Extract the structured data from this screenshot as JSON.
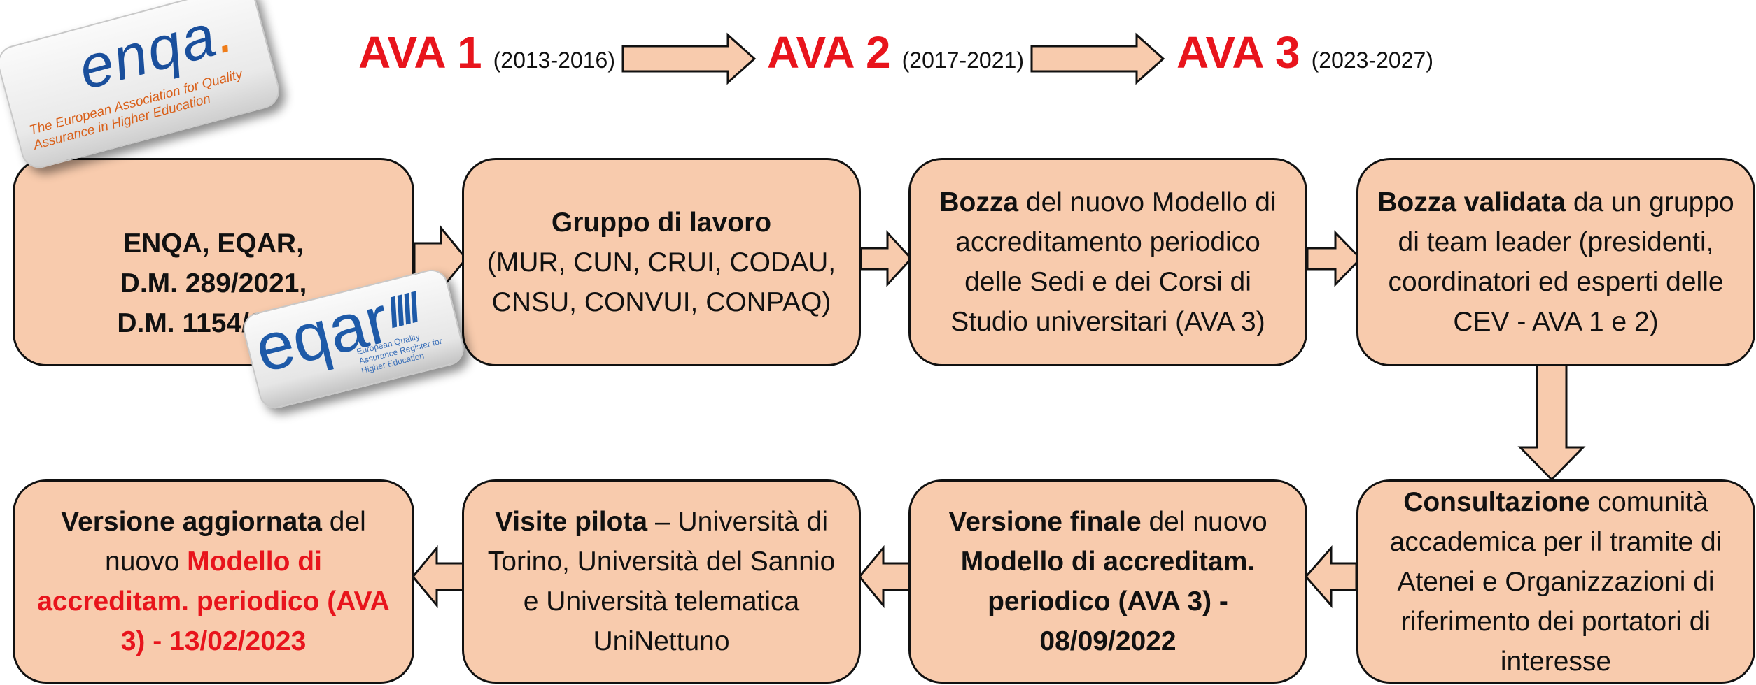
{
  "timeline": [
    {
      "name": "AVA 1",
      "years": "(2013-2016)"
    },
    {
      "name": "AVA 2",
      "years": "(2017-2021)"
    },
    {
      "name": "AVA 3",
      "years": "(2023-2027)"
    }
  ],
  "logos": {
    "enqa": {
      "wordmark": "enqa",
      "dot": ".",
      "tagline": "The European Association for Quality Assurance in Higher Education"
    },
    "eqar": {
      "wordmark": "eqar",
      "slashes": "////",
      "tagline": "European Quality Assurance Register for Higher Education"
    }
  },
  "steps": {
    "s1": {
      "line1": "ENQA, EQAR,",
      "line2": "D.M. 289/2021,",
      "line3": "D.M. 1154/2021"
    },
    "s2": {
      "bold": "Gruppo di lavoro",
      "rest": "(MUR, CUN, CRUI, CODAU, CNSU, CONVUI, CONPAQ)"
    },
    "s3": {
      "bold": "Bozza",
      "rest": " del nuovo Modello di accreditamento periodico delle Sedi e dei Corsi di Studio universitari (AVA 3)"
    },
    "s4": {
      "bold": "Bozza validata",
      "rest": " da un gruppo di team leader (presidenti, coordinatori ed esperti delle CEV - AVA 1 e 2)"
    },
    "s5": {
      "bold": "Consultazione",
      "rest": " comunità accademica per il tramite di Atenei e Organizzazioni di riferimento dei portatori di interesse"
    },
    "s6": {
      "bold": "Versione finale",
      "rest": " del nuovo ",
      "bold2": "Modello di accreditam. periodico (AVA 3) - 08/09/2022"
    },
    "s7": {
      "bold": "Visite pilota",
      "rest": " – Università di Torino, Università del Sannio e Università telematica UniNettuno"
    },
    "s8": {
      "bold": "Versione aggiornata",
      "rest": " del nuovo ",
      "red": "Modello di accreditam. periodico (AVA 3) - 13/02/2023"
    }
  },
  "colors": {
    "box_fill": "#f8cbad",
    "accent_red": "#e8141c",
    "enqa_blue": "#1a4f9c",
    "enqa_orange": "#ef7d1a",
    "eqar_blue": "#1e5aa8"
  }
}
